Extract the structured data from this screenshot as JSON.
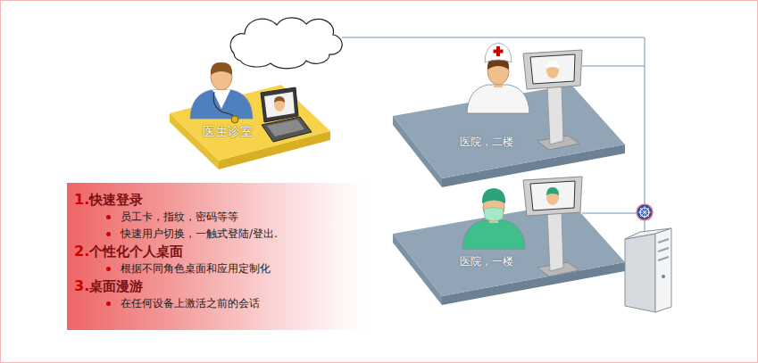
{
  "diagram": {
    "nodes": [
      {
        "text": [
          "医生诊室"
        ]
      },
      {
        "text": [
          "医院，二楼"
        ]
      },
      {
        "text": [
          "医院，一楼"
        ]
      },
      {
        "text": [
          "1.快速登录",
          "员工卡，指纹，密码等等",
          "快速用户切换，一触式登陆/登出.",
          "2.个性化个人桌面",
          "根据不同角色桌面和应用定制化",
          "3.桌面漫游",
          "在任何设备上激活之前的会话"
        ]
      }
    ]
  }
}
